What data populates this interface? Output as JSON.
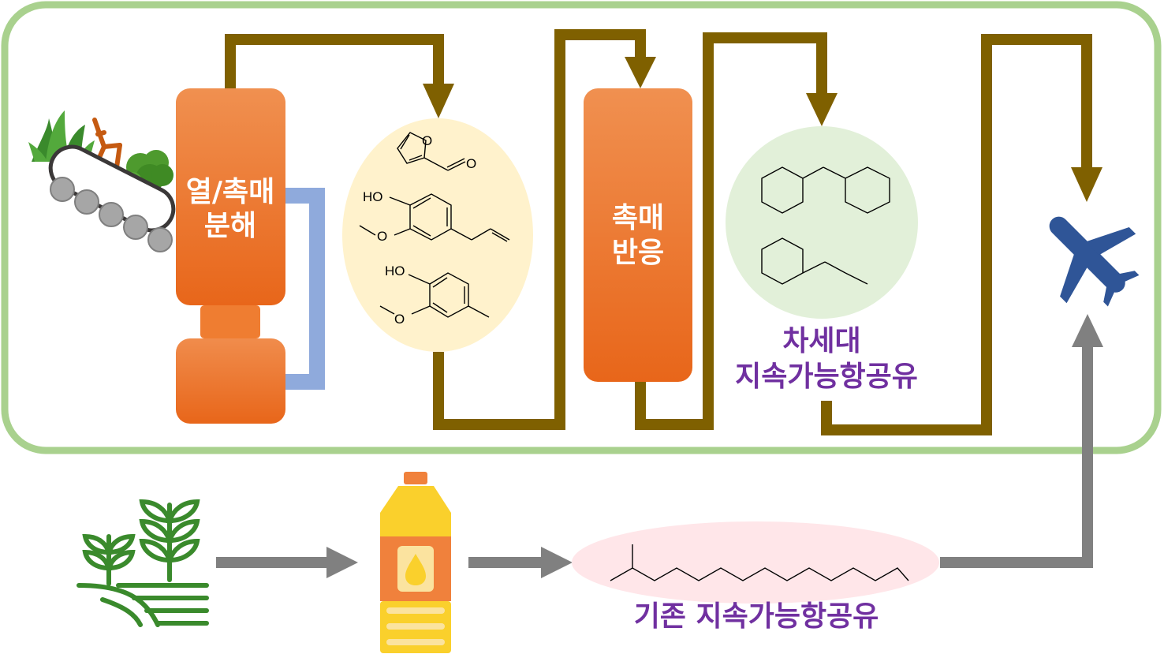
{
  "reactor1": {
    "line1": "열/촉매",
    "line2": "분해"
  },
  "reactor2": {
    "line1": "촉매",
    "line2": "반응"
  },
  "next_gen_saf": {
    "line1": "차세대",
    "line2": "지속가능항공유"
  },
  "conventional_saf": {
    "label": "기존 지속가능항공유"
  },
  "chemicals": {
    "ho_label": "HO",
    "o_label": "O"
  },
  "colors": {
    "frame": "#a9d18e",
    "flow_brown": "#7f6000",
    "flow_gray": "#808080",
    "recycle_blue": "#8faadc",
    "reactor_orange": "#ee7728",
    "intermediate_bg": "#fff2cc",
    "product_bg": "#e2f0d9",
    "conventional_bg": "#ffe6e9",
    "label_purple": "#7030a0",
    "airplane_blue": "#2f5597"
  },
  "icons": [
    "grass-icon",
    "chair-icon",
    "tree-icon",
    "conveyor-icon",
    "airplane-icon",
    "crop-field-icon",
    "oil-bottle-icon"
  ]
}
